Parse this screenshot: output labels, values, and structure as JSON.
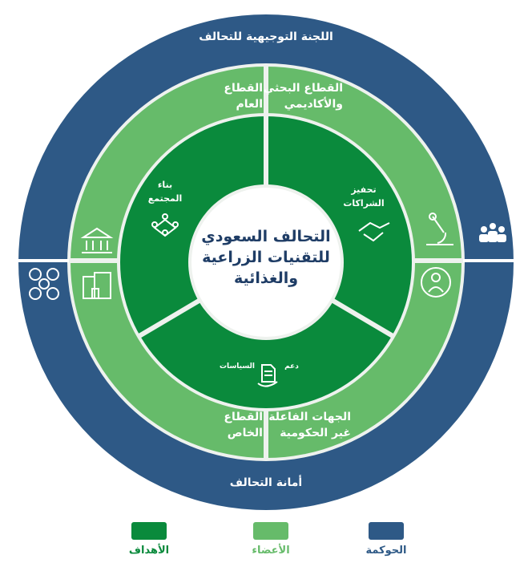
{
  "colors": {
    "governance": "#2e5986",
    "members": "#66bb6a",
    "goals": "#0a8a3c",
    "center_text": "#1f3d66"
  },
  "center": {
    "line1": "التحالف السعودي",
    "line2": "للتقنيات الزراعية",
    "line3": "والغذائية"
  },
  "governance": {
    "top": "اللجنة التوجيهية للتحالف",
    "bottom": "أمانة التحالف"
  },
  "members": {
    "public": [
      "القطاع",
      "العام"
    ],
    "research": [
      "القطاع البحثي",
      "والأكاديمي"
    ],
    "private": [
      "القطاع",
      "الخاص"
    ],
    "ngo": [
      "الجهات الفاعلة",
      "غير الحكومية"
    ]
  },
  "goals": {
    "community": [
      "بناء",
      "المجتمع"
    ],
    "partnerships": [
      "تحفيز",
      "الشراكات"
    ],
    "policy": [
      "دعم",
      "السياسات"
    ]
  },
  "legend": [
    {
      "label": "الأهداف"
    },
    {
      "label": "الأعضاء"
    },
    {
      "label": "الحوكمة"
    }
  ]
}
